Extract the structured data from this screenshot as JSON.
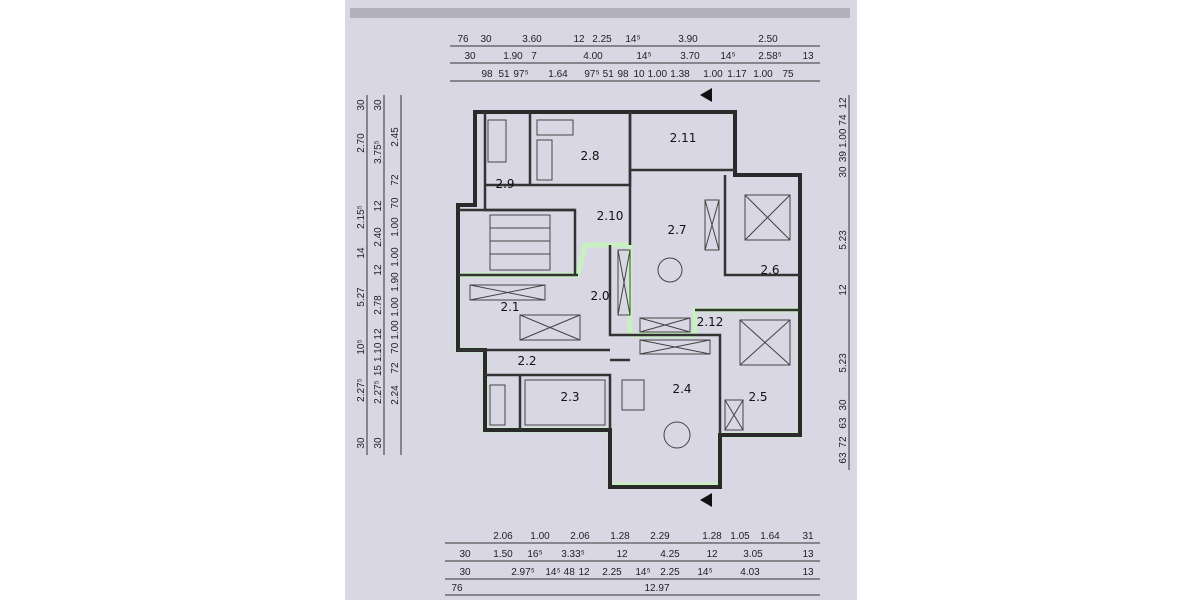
{
  "plan": {
    "highlight_color": "#c8f0c0",
    "paper_color": "#d9d7e3",
    "rooms": [
      "2.8",
      "2.11",
      "2.9",
      "2.10",
      "2.7",
      "2.6",
      "2.0",
      "2.1",
      "2.12",
      "2.2",
      "2.4",
      "2.5",
      "2.3"
    ],
    "dims_top": [
      [
        "76",
        "30",
        "3.60",
        "12",
        "2.25",
        "14⁵",
        "3.90",
        "2.50"
      ],
      [
        "30",
        "1.90",
        "7",
        "4.00",
        "14⁵",
        "3.70",
        "14⁵",
        "2.58⁵",
        "13"
      ],
      [
        "98",
        "51",
        "97⁵",
        "1.64",
        "97⁵",
        "51",
        "98",
        "10",
        "1.00",
        "1.38",
        "1.00",
        "1.17",
        "1.00",
        "75"
      ]
    ],
    "dims_bottom": [
      [
        "2.06",
        "1.00",
        "2.06",
        "1.28",
        "2.29",
        "1.28",
        "1.05",
        "1.64",
        "31"
      ],
      [
        "30",
        "1.50",
        "16⁵",
        "3.33⁵",
        "12",
        "4.25",
        "12",
        "3.05",
        "13"
      ],
      [
        "30",
        "2.97⁵",
        "14⁵",
        "48",
        "12",
        "2.25",
        "14⁵",
        "2.25",
        "14⁵",
        "4.03",
        "13"
      ],
      [
        "76",
        "12.97"
      ]
    ],
    "dims_left": [
      [
        "30",
        "2.70",
        "2.15⁵",
        "14",
        "5.27",
        "10⁵",
        "2.27⁵",
        "30"
      ],
      [
        "30",
        "3.75⁵",
        "12",
        "2.40",
        "12",
        "2.78",
        "12",
        "1.10",
        "15",
        "2.27⁵",
        "30"
      ],
      [
        "2.45",
        "72",
        "70",
        "1.00",
        "1.00",
        "1.90",
        "1.00",
        "1.00",
        "70",
        "72",
        "2.24"
      ]
    ],
    "dims_right": [
      "12",
      "74",
      "1.00",
      "39",
      "30",
      "5.23",
      "12",
      "5.23",
      "30",
      "63",
      "72",
      "63"
    ]
  }
}
